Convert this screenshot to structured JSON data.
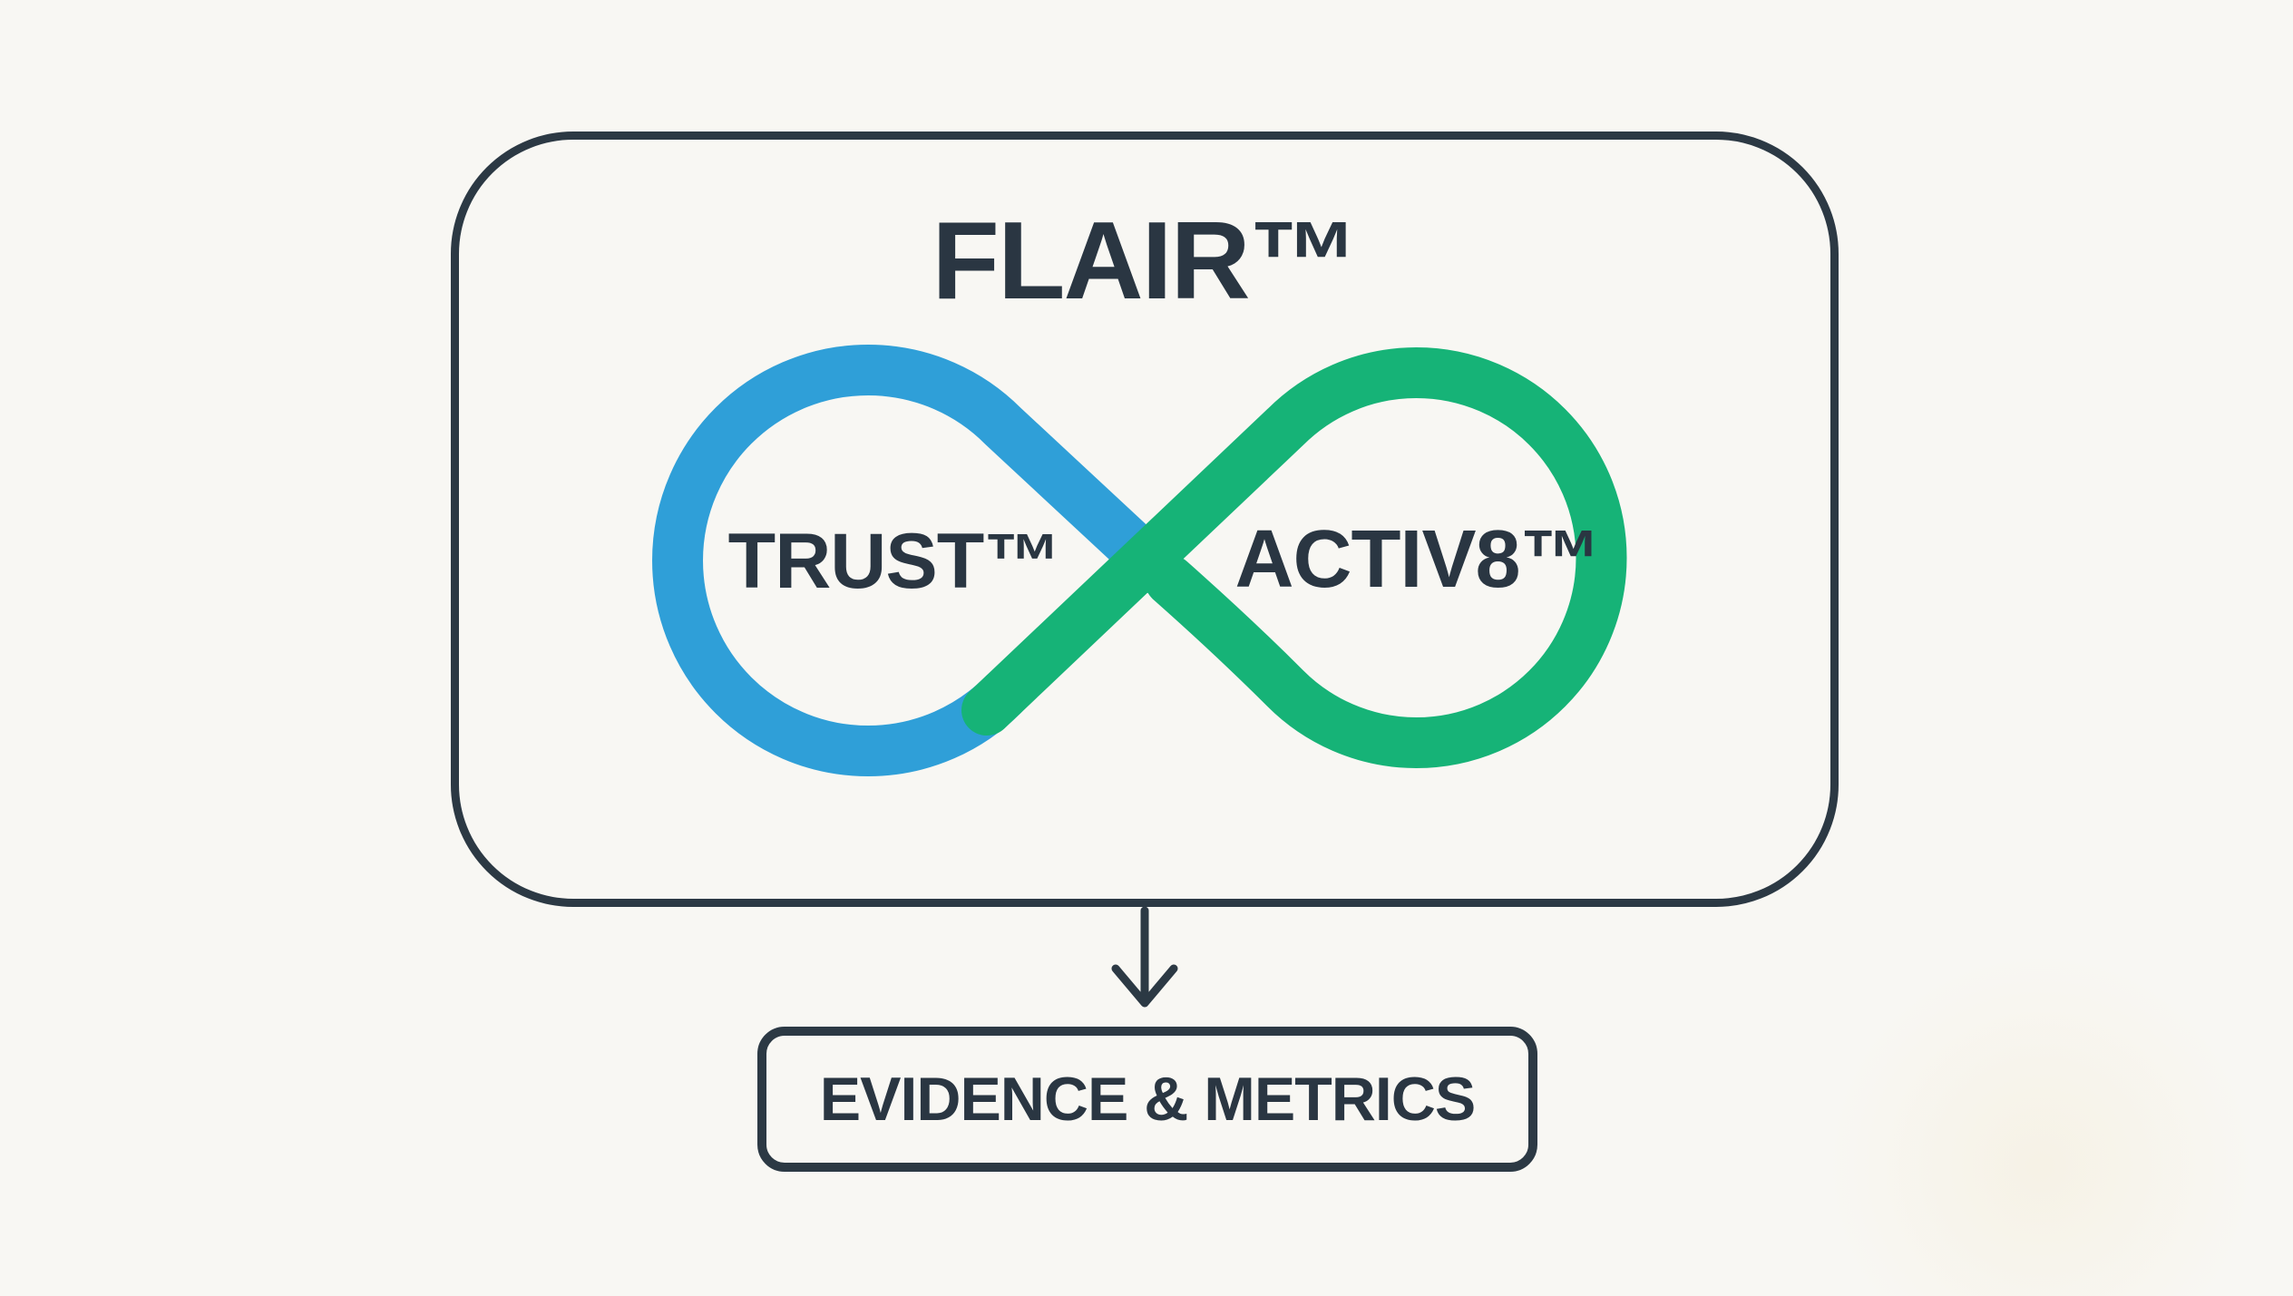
{
  "diagram": {
    "background_color": "#f8f7f3",
    "outline_color": "#2c3944",
    "text_color": "#2a3642",
    "main_box": {
      "title": "FLAIR™"
    },
    "infinity": {
      "left_loop": {
        "label": "TRUST™",
        "color": "#2f9fd8"
      },
      "right_loop": {
        "label": "ACTIV8™",
        "color": "#16b377"
      }
    },
    "output_box": {
      "label": "EVIDENCE & METRICS"
    }
  }
}
